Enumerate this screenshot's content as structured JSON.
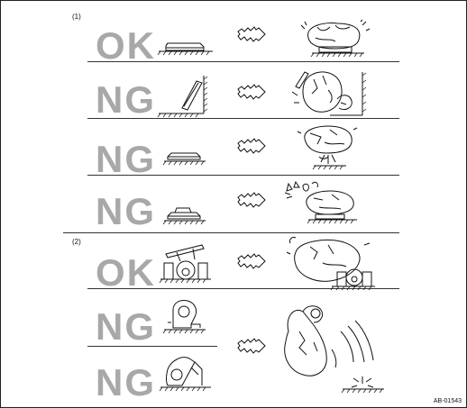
{
  "sections": [
    {
      "label": "(1)"
    },
    {
      "label": "(2)"
    }
  ],
  "rows": [
    {
      "verdict": "OK"
    },
    {
      "verdict": "NG"
    },
    {
      "verdict": "NG"
    },
    {
      "verdict": "NG"
    },
    {
      "verdict": "OK"
    },
    {
      "verdict": "NG"
    },
    {
      "verdict": "NG"
    }
  ],
  "figure_code": "AB-01543"
}
